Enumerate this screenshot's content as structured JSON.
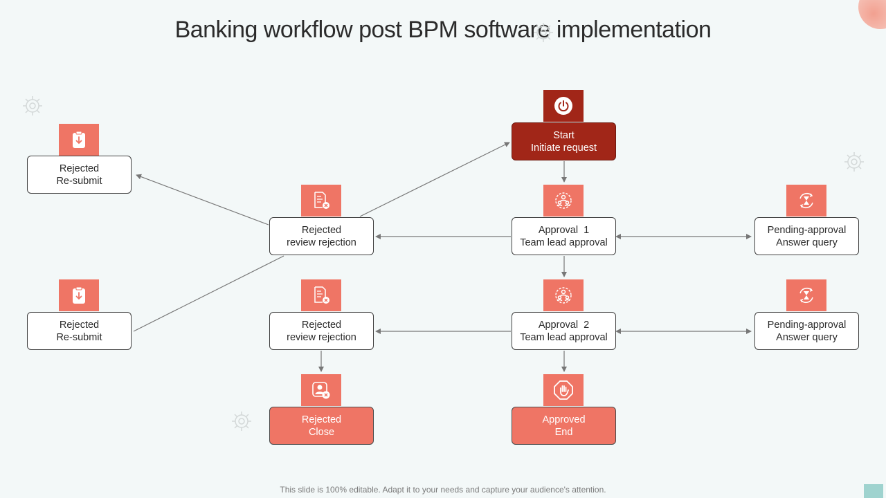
{
  "title": "Banking workflow post BPM software implementation",
  "footer": "This slide is 100% editable. Adapt it to your needs and capture your audience's attention.",
  "colors": {
    "accent": "#ef7565",
    "accent_dark": "#a12618",
    "background": "#f3f8f8",
    "border": "#3f3f3f"
  },
  "nodes": {
    "start": {
      "line1": "Start",
      "line2": "Initiate request",
      "icon": "power-icon"
    },
    "approval1": {
      "line1": "Approval  1",
      "line2": "Team lead approval",
      "icon": "team-icon"
    },
    "approval2": {
      "line1": "Approval  2",
      "line2": "Team lead approval",
      "icon": "team-icon"
    },
    "pending1": {
      "line1": "Pending-approval",
      "line2": "Answer query",
      "icon": "hourglass-icon"
    },
    "pending2": {
      "line1": "Pending-approval",
      "line2": "Answer query",
      "icon": "hourglass-icon"
    },
    "review1": {
      "line1": "Rejected",
      "line2": "review rejection",
      "icon": "document-reject-icon"
    },
    "review2": {
      "line1": "Rejected",
      "line2": "review rejection",
      "icon": "document-reject-icon"
    },
    "resubmit1": {
      "line1": "Rejected",
      "line2": "Re-submit",
      "icon": "clipboard-download-icon"
    },
    "resubmit2": {
      "line1": "Rejected",
      "line2": "Re-submit",
      "icon": "clipboard-download-icon"
    },
    "close": {
      "line1": "Rejected",
      "line2": "Close",
      "icon": "user-reject-icon"
    },
    "end": {
      "line1": "Approved",
      "line2": "End",
      "icon": "stop-hand-icon"
    }
  }
}
